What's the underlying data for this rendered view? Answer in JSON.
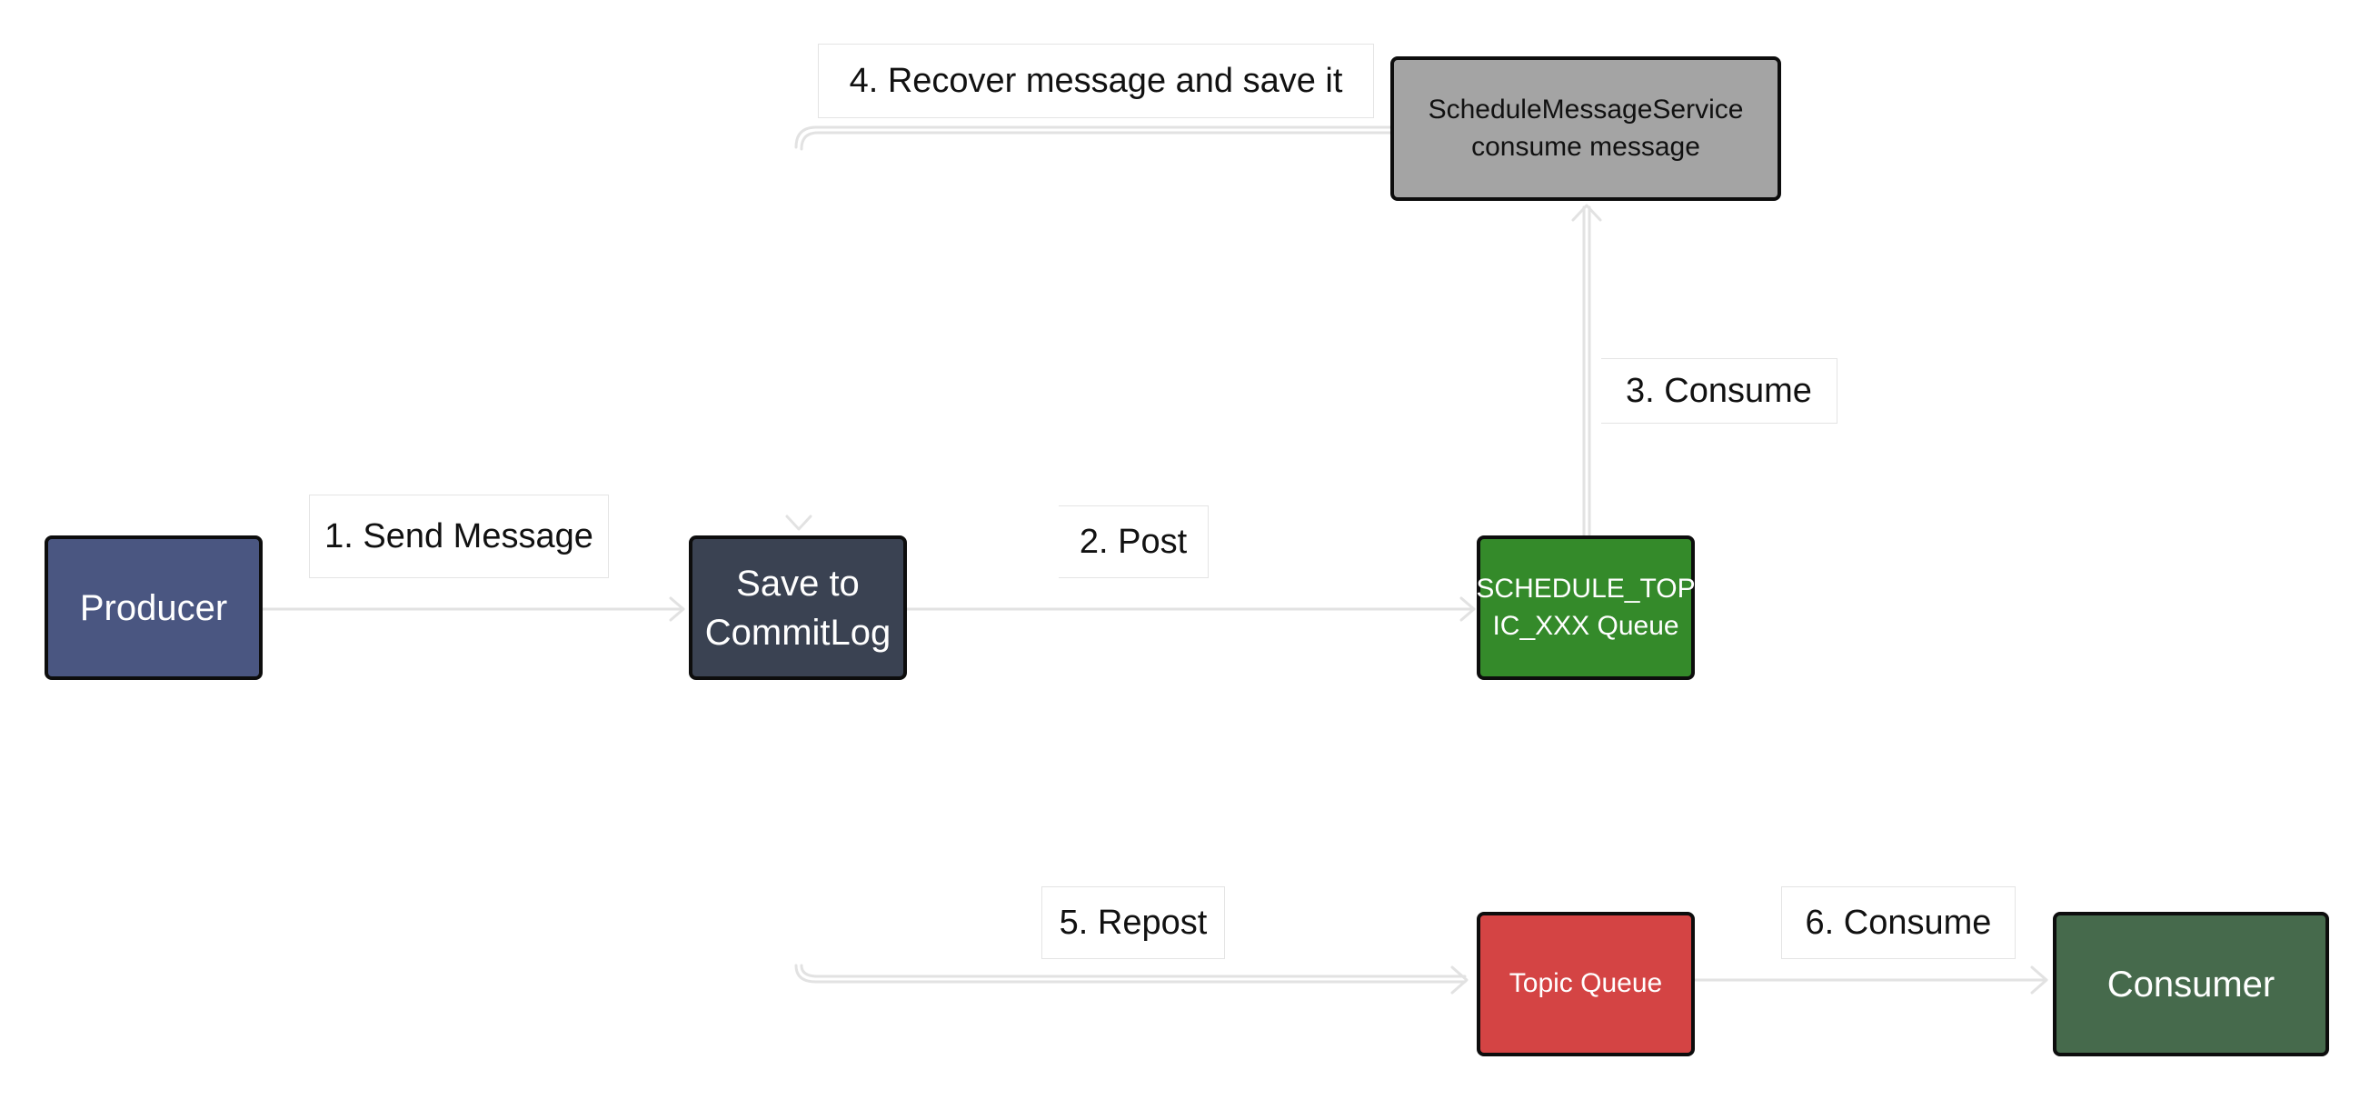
{
  "nodes": {
    "producer": {
      "label": "Producer",
      "color": "#4a5681"
    },
    "commitlog": {
      "label": "Save to\nCommitLog",
      "color": "#3a4252"
    },
    "schedule_topic_queue": {
      "label": "SCHEDULE_TOP\nIC_XXX Queue",
      "color": "#348a2a"
    },
    "schedule_service": {
      "label": "ScheduleMessageService\nconsume message",
      "color": "#a4a4a4"
    },
    "topic_queue": {
      "label": "Topic Queue",
      "color": "#d44444"
    },
    "consumer": {
      "label": "Consumer",
      "color": "#466a4c"
    }
  },
  "edges": {
    "send_message": "1. Send Message",
    "post": "2. Post",
    "consume_3": "3. Consume",
    "recover": "4. Recover message and save it",
    "repost": "5. Repost",
    "consume_6": "6. Consume"
  },
  "colors": {
    "connector": "#e2e2e2",
    "node_border": "#0d0d0d"
  }
}
